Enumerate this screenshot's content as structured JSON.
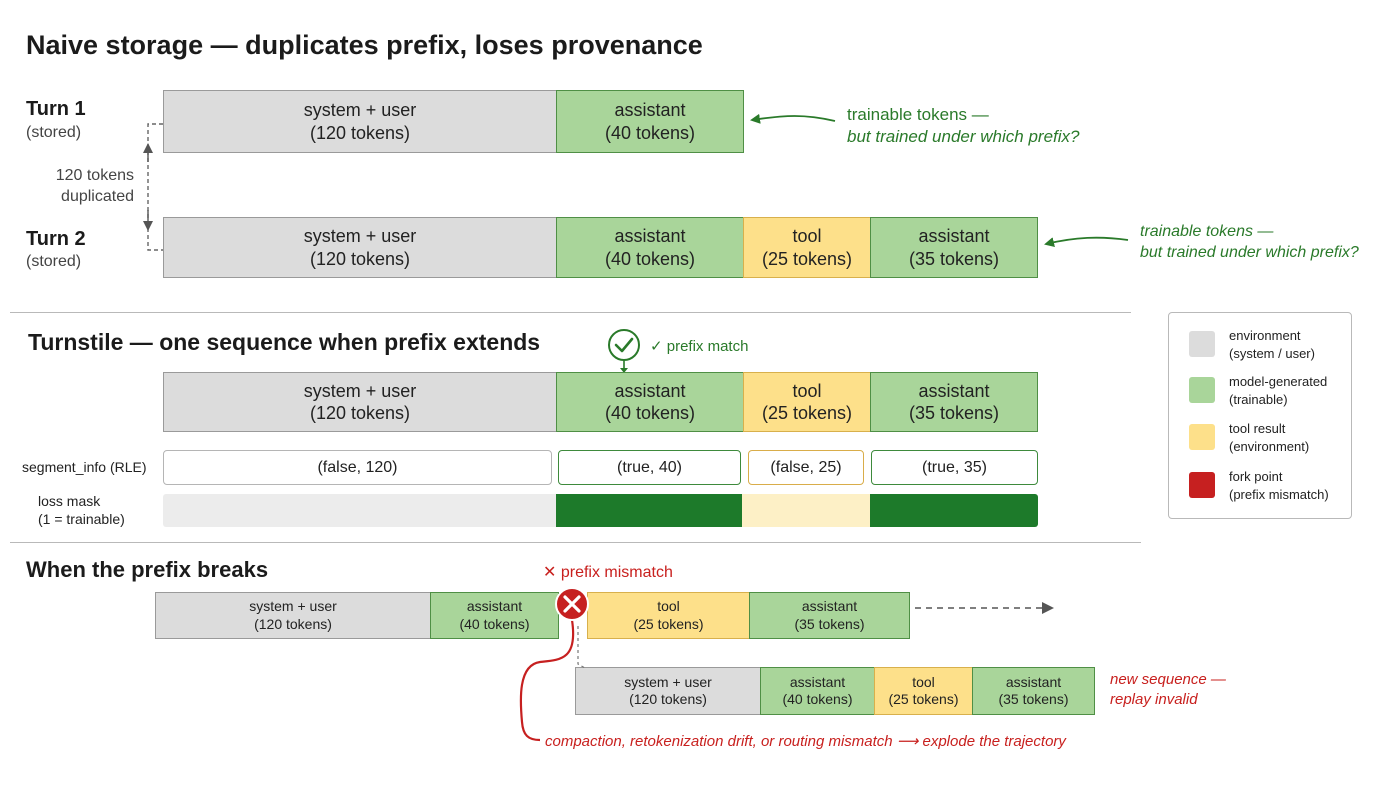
{
  "sections": {
    "naive_title": "Naive storage — duplicates prefix, loses provenance",
    "turnstile_title": "Turnstile — one sequence when prefix extends",
    "breaks_title": "When the prefix breaks"
  },
  "naive": {
    "turn1": {
      "label": "Turn 1",
      "sub": "(stored)"
    },
    "turn2": {
      "label": "Turn 2",
      "sub": "(stored)"
    },
    "dup_note": {
      "line1": "120 tokens",
      "line2": "duplicated"
    },
    "turn1_segments": [
      {
        "name": "system + user",
        "count": "(120 tokens)"
      },
      {
        "name": "assistant",
        "count": "(40 tokens)"
      }
    ],
    "turn2_segments": [
      {
        "name": "system + user",
        "count": "(120 tokens)"
      },
      {
        "name": "assistant",
        "count": "(40 tokens)"
      },
      {
        "name": "tool",
        "count": "(25 tokens)"
      },
      {
        "name": "assistant",
        "count": "(35 tokens)"
      }
    ],
    "note1": {
      "line1": "trainable tokens —",
      "line2": "but trained under which prefix?"
    },
    "note2": {
      "line1": "trainable tokens —",
      "line2": "but trained under which prefix?"
    }
  },
  "turnstile": {
    "prefix_match_label": "✓ prefix match",
    "segments": [
      {
        "name": "system + user",
        "count": "(120 tokens)"
      },
      {
        "name": "assistant",
        "count": "(40 tokens)"
      },
      {
        "name": "tool",
        "count": "(25 tokens)"
      },
      {
        "name": "assistant",
        "count": "(35 tokens)"
      }
    ],
    "segment_info_label": "segment_info (RLE)",
    "segment_info": [
      "(false, 120)",
      "(true, 40)",
      "(false, 25)",
      "(true, 35)"
    ],
    "loss_mask_label": {
      "line1": "loss mask",
      "line2": "(1 = trainable)"
    }
  },
  "breaks": {
    "mismatch_label": "✕ prefix mismatch",
    "row1": [
      {
        "name": "system + user",
        "count": "(120 tokens)"
      },
      {
        "name": "assistant",
        "count": "(40 tokens)"
      },
      {
        "name": "tool",
        "count": "(25 tokens)"
      },
      {
        "name": "assistant",
        "count": "(35 tokens)"
      }
    ],
    "row2": [
      {
        "name": "system + user",
        "count": "(120 tokens)"
      },
      {
        "name": "assistant",
        "count": "(40 tokens)"
      },
      {
        "name": "tool",
        "count": "(25 tokens)"
      },
      {
        "name": "assistant",
        "count": "(35 tokens)"
      }
    ],
    "new_seq_note": {
      "line1": "new sequence —",
      "line2": "replay invalid"
    },
    "cause_note": "compaction, retokenization drift, or routing mismatch ⟶ explode the trajectory"
  },
  "legend": {
    "items": [
      {
        "line1": "environment",
        "line2": "(system / user)",
        "color": "#dcdcdc"
      },
      {
        "line1": "model-generated",
        "line2": "(trainable)",
        "color": "#a9d59a"
      },
      {
        "line1": "tool result",
        "line2": "(environment)",
        "color": "#fde08a"
      },
      {
        "line1": "fork point",
        "line2": "(prefix mismatch)",
        "color": "#c62020"
      }
    ]
  },
  "colors": {
    "environment": "#dcdcdc",
    "model": "#a9d59a",
    "tool": "#fde08a",
    "fork": "#c62020",
    "mask_trainable": "#1d7a2a",
    "mask_env": "#ececec",
    "mask_tool": "#fdf0c6"
  }
}
